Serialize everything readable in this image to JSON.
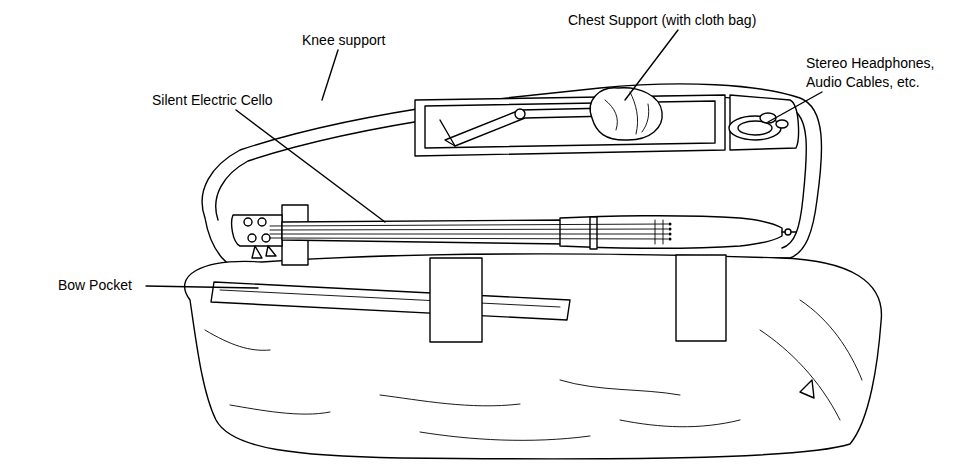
{
  "diagram": {
    "labels": [
      "Knee support",
      "Chest Support (with cloth bag)",
      "Stereo Headphones, Audio Cables, etc.",
      "Silent Electric Cello",
      "Bow Pocket"
    ]
  }
}
